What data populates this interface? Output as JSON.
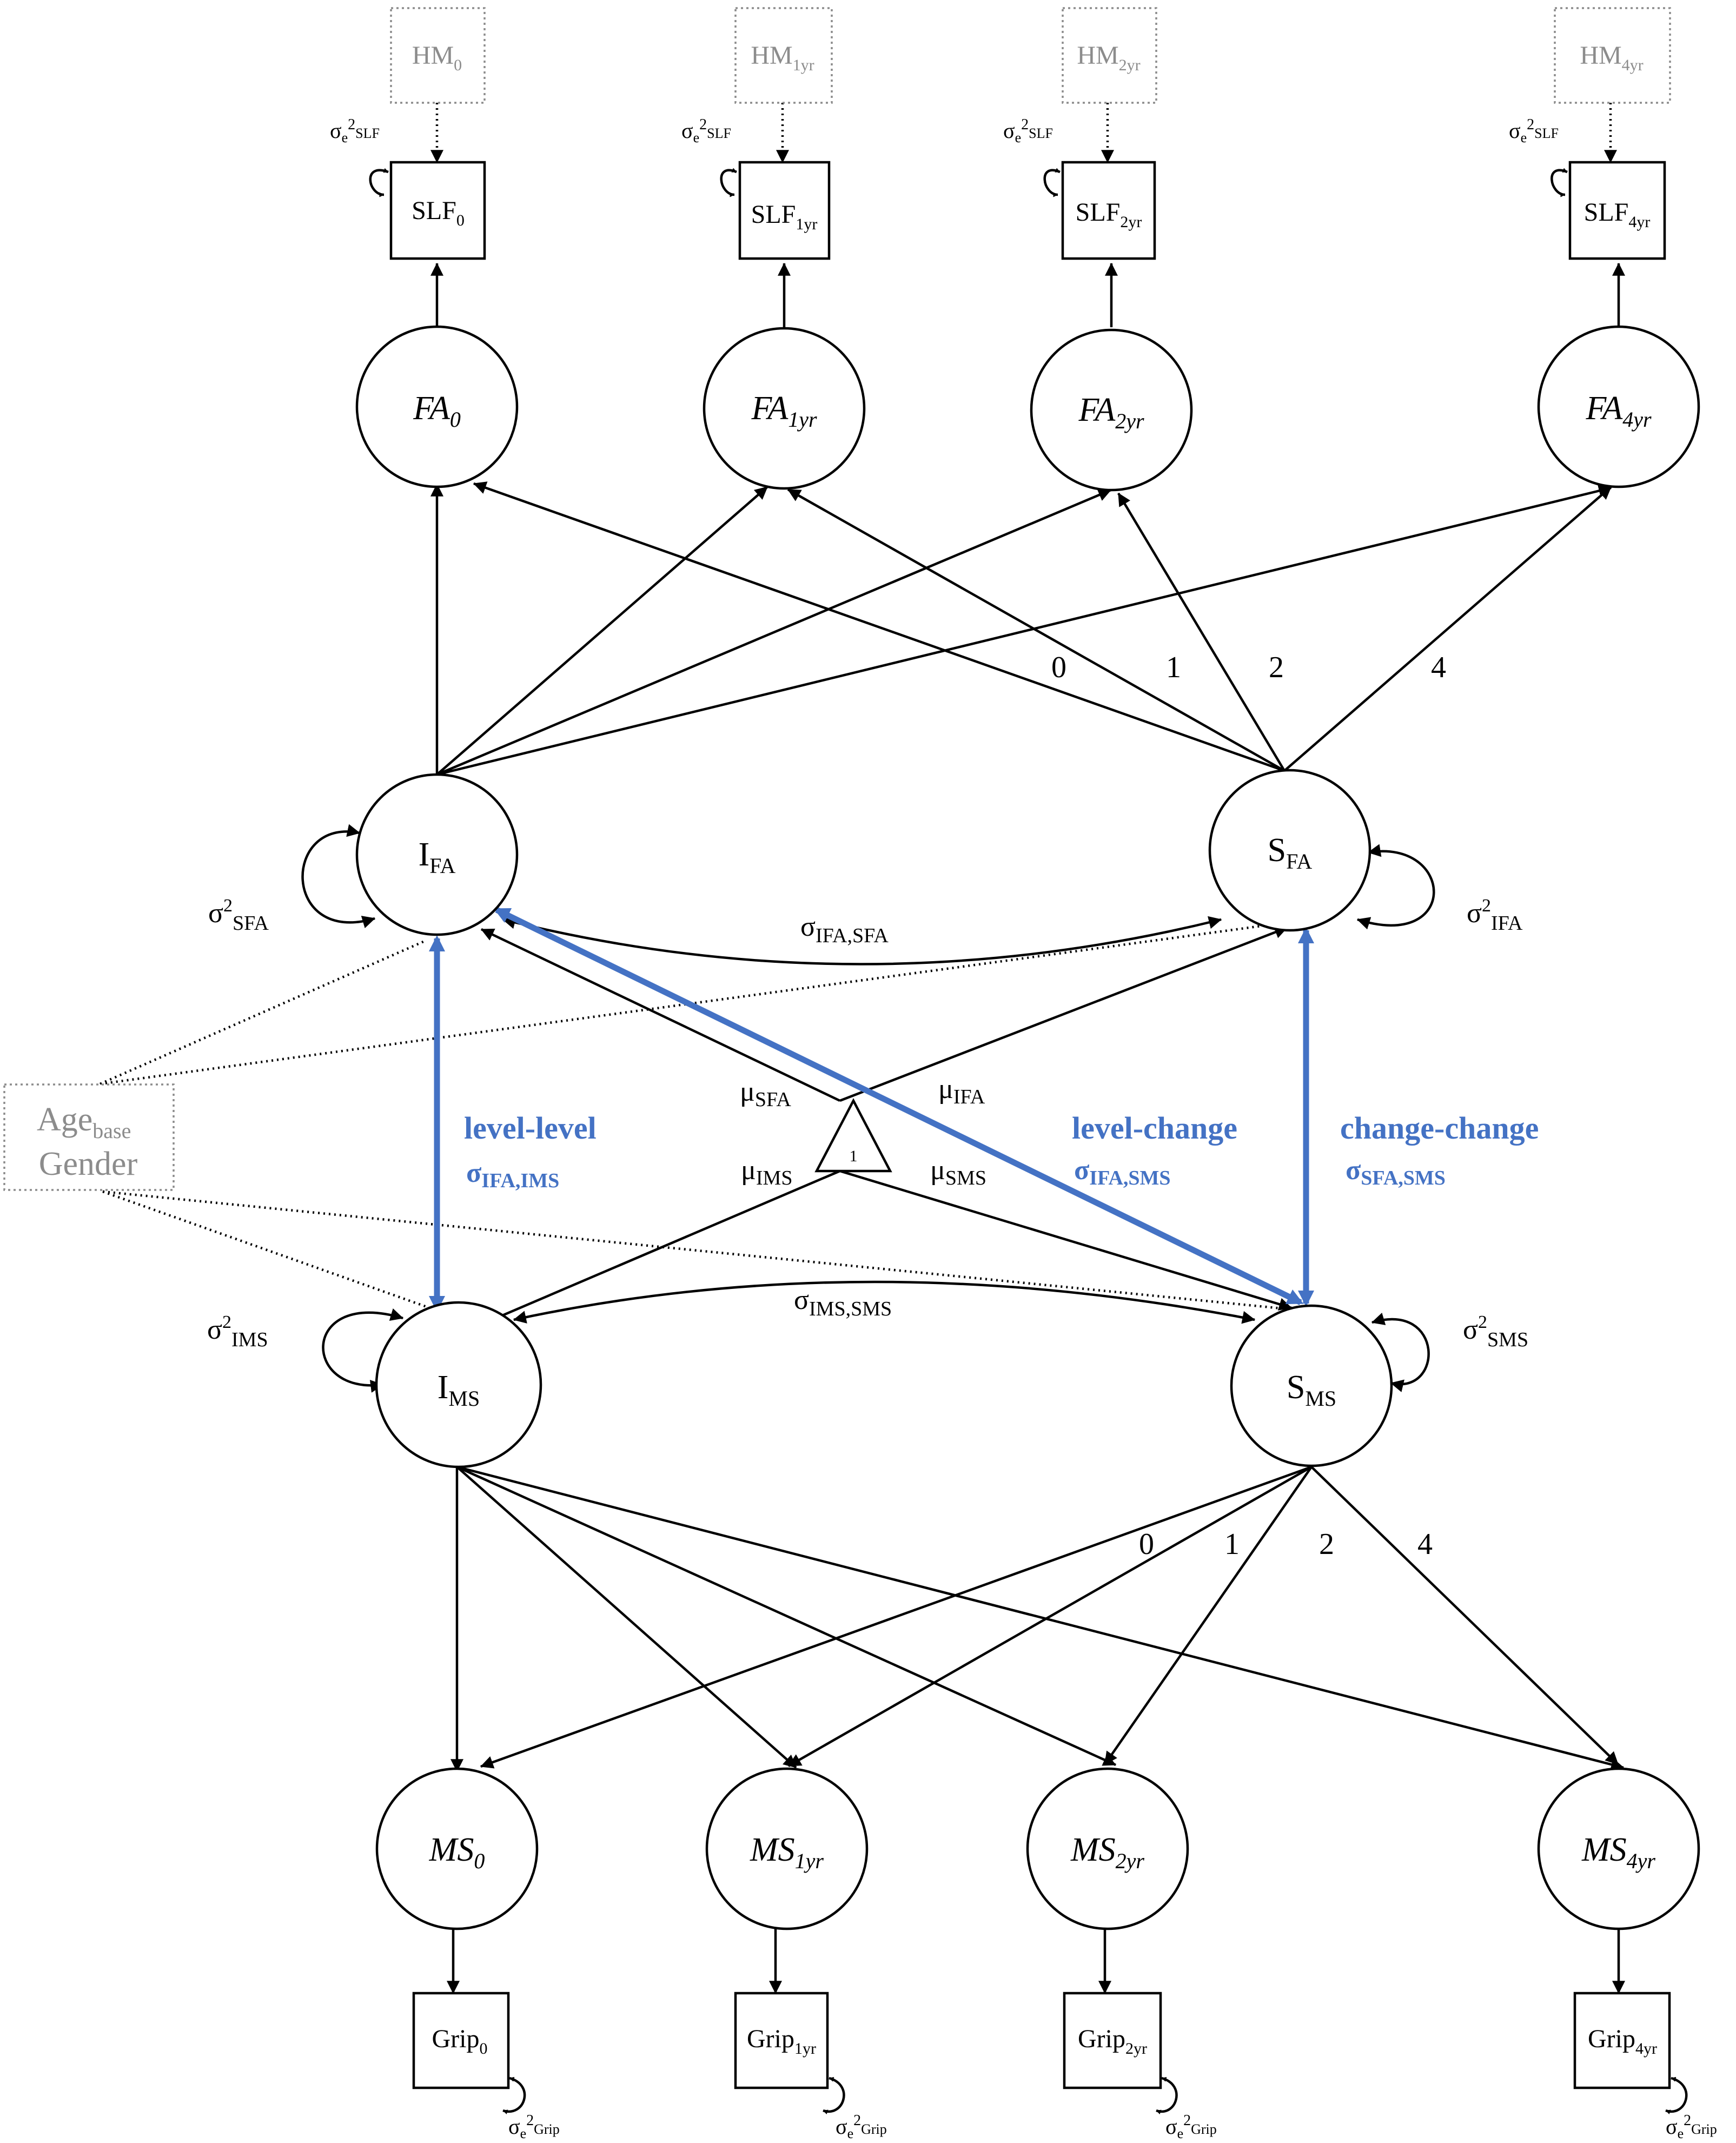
{
  "colors": {
    "line": "#000000",
    "highlight": "#4472c4",
    "muted": "#8c8c8c"
  },
  "health_markers": [
    {
      "main": "HM",
      "sub": "0"
    },
    {
      "main": "HM",
      "sub": "1yr"
    },
    {
      "main": "HM",
      "sub": "2yr"
    },
    {
      "main": "HM",
      "sub": "4yr"
    }
  ],
  "slf_indicators": [
    {
      "main": "SLF",
      "sub": "0"
    },
    {
      "main": "SLF",
      "sub": "1yr"
    },
    {
      "main": "SLF",
      "sub": "2yr"
    },
    {
      "main": "SLF",
      "sub": "4yr"
    }
  ],
  "slf_error_label": {
    "sigma": "σ",
    "e": "e",
    "two": "2",
    "sub": "SLF"
  },
  "fa_factors": [
    {
      "main": "FA",
      "sub": "0"
    },
    {
      "main": "FA",
      "sub": "1yr"
    },
    {
      "main": "FA",
      "sub": "2yr"
    },
    {
      "main": "FA",
      "sub": "4yr"
    }
  ],
  "fa_slope_loadings": [
    "0",
    "1",
    "2",
    "4"
  ],
  "latent": {
    "i_fa": {
      "main": "I",
      "sub": "FA"
    },
    "s_fa": {
      "main": "S",
      "sub": "FA"
    },
    "i_ms": {
      "main": "I",
      "sub": "MS"
    },
    "s_ms": {
      "main": "S",
      "sub": "MS"
    }
  },
  "variance_labels": {
    "left_top": {
      "sigma": "σ",
      "two": "2",
      "sub": "SFA"
    },
    "right_top": {
      "sigma": "σ",
      "two": "2",
      "sub": "IFA"
    },
    "left_bottom": {
      "sigma": "σ",
      "two": "2",
      "sub": "IMS"
    },
    "right_bottom": {
      "sigma": "σ",
      "two": "2",
      "sub": "SMS"
    }
  },
  "covariance_labels": {
    "fa": {
      "sigma": "σ",
      "sub": "IFA,SFA"
    },
    "ms": {
      "sigma": "σ",
      "sub": "IMS,SMS"
    }
  },
  "means": {
    "sfa": {
      "mu": "μ",
      "sub": "SFA"
    },
    "ifa": {
      "mu": "μ",
      "sub": "IFA"
    },
    "ims": {
      "mu": "μ",
      "sub": "IMS"
    },
    "sms": {
      "mu": "μ",
      "sub": "SMS"
    }
  },
  "constant_label": "1",
  "covariates": {
    "line1_main": "Age",
    "line1_sub": "base",
    "line2": "Gender"
  },
  "highlighted": {
    "level_level": {
      "title": "level-level",
      "sigma": "σ",
      "sub": "IFA,IMS"
    },
    "level_change": {
      "title": "level-change",
      "sigma": "σ",
      "sub": "IFA,SMS"
    },
    "change_change": {
      "title": "change-change",
      "sigma": "σ",
      "sub": "SFA,SMS"
    }
  },
  "ms_factors": [
    {
      "main": "MS",
      "sub": "0"
    },
    {
      "main": "MS",
      "sub": "1yr"
    },
    {
      "main": "MS",
      "sub": "2yr"
    },
    {
      "main": "MS",
      "sub": "4yr"
    }
  ],
  "ms_slope_loadings": [
    "0",
    "1",
    "2",
    "4"
  ],
  "grip_indicators": [
    {
      "main": "Grip",
      "sub": "0"
    },
    {
      "main": "Grip",
      "sub": "1yr"
    },
    {
      "main": "Grip",
      "sub": "2yr"
    },
    {
      "main": "Grip",
      "sub": "4yr"
    }
  ],
  "grip_error_label": {
    "sigma": "σ",
    "e": "e",
    "two": "2",
    "sub": "Grip"
  }
}
